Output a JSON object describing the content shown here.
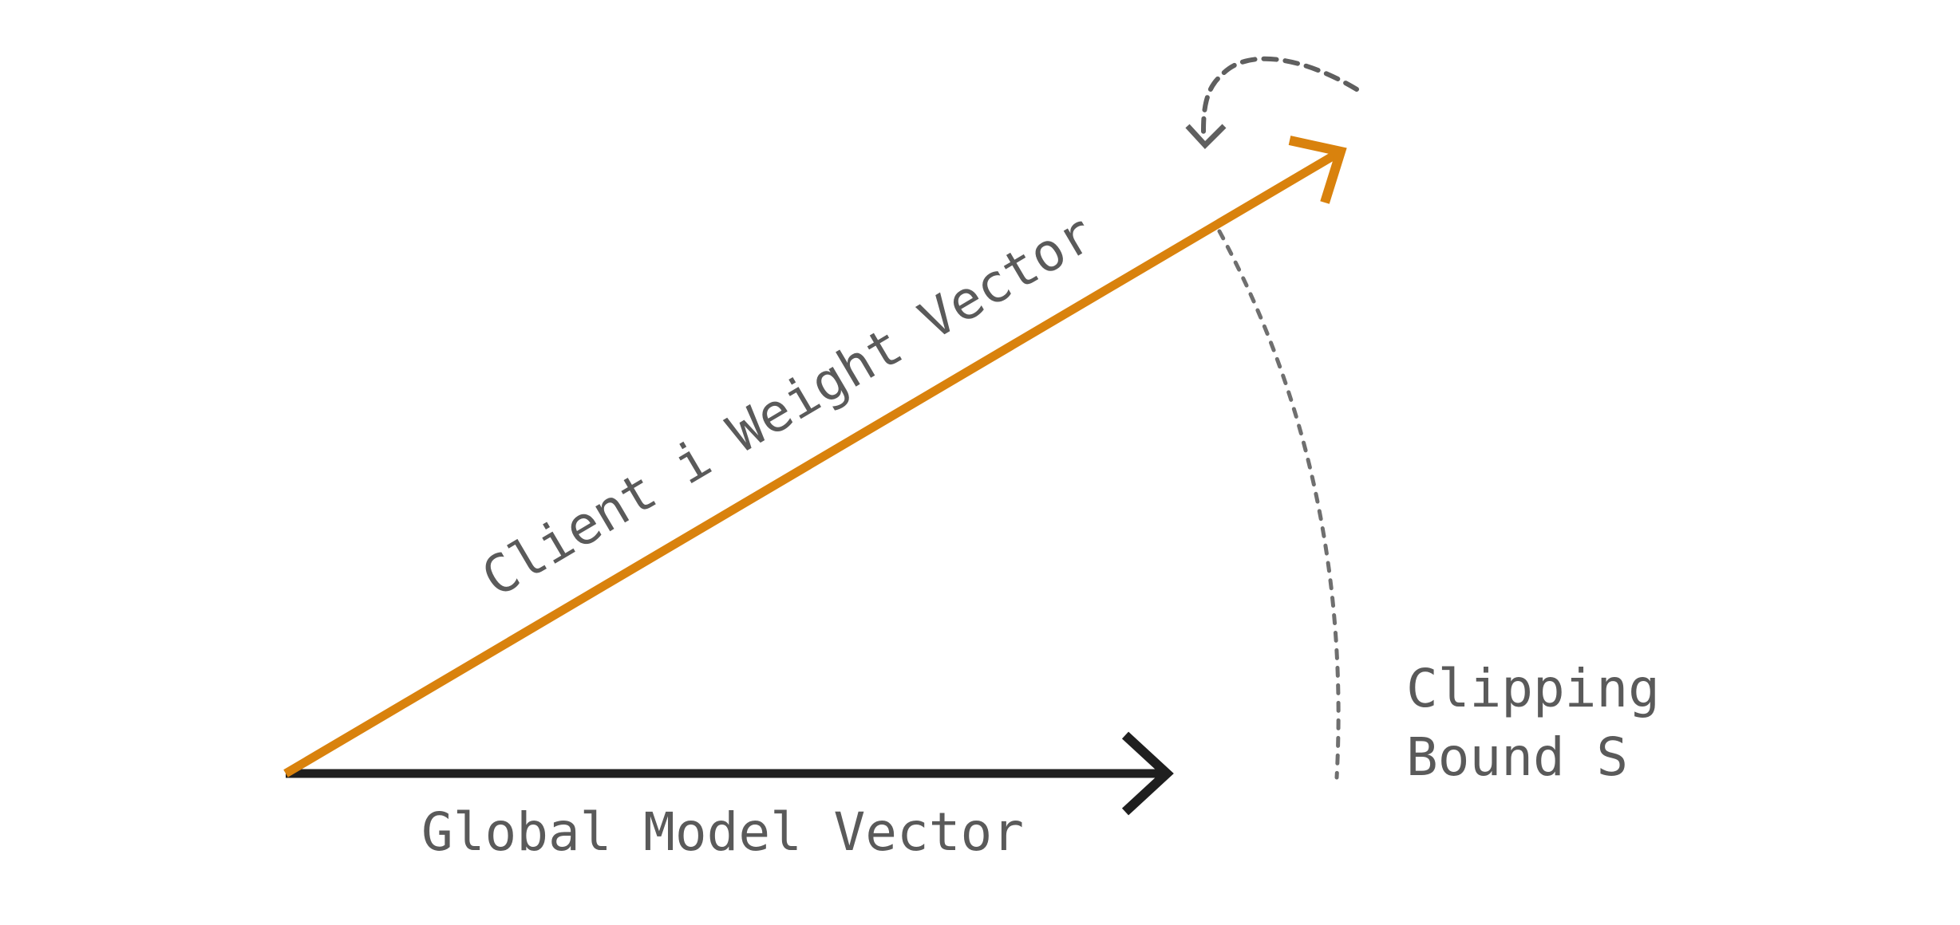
{
  "labels": {
    "client_vector": "Client i Weight Vector",
    "global_vector": "Global Model Vector",
    "clipping_line1": "Clipping",
    "clipping_line2": "Bound S"
  },
  "colors": {
    "client_vector": "#d9820d",
    "global_vector": "#1f1f1f",
    "text": "#5a5a5a",
    "guide": "#6f6f6f",
    "background": "#ffffff"
  }
}
